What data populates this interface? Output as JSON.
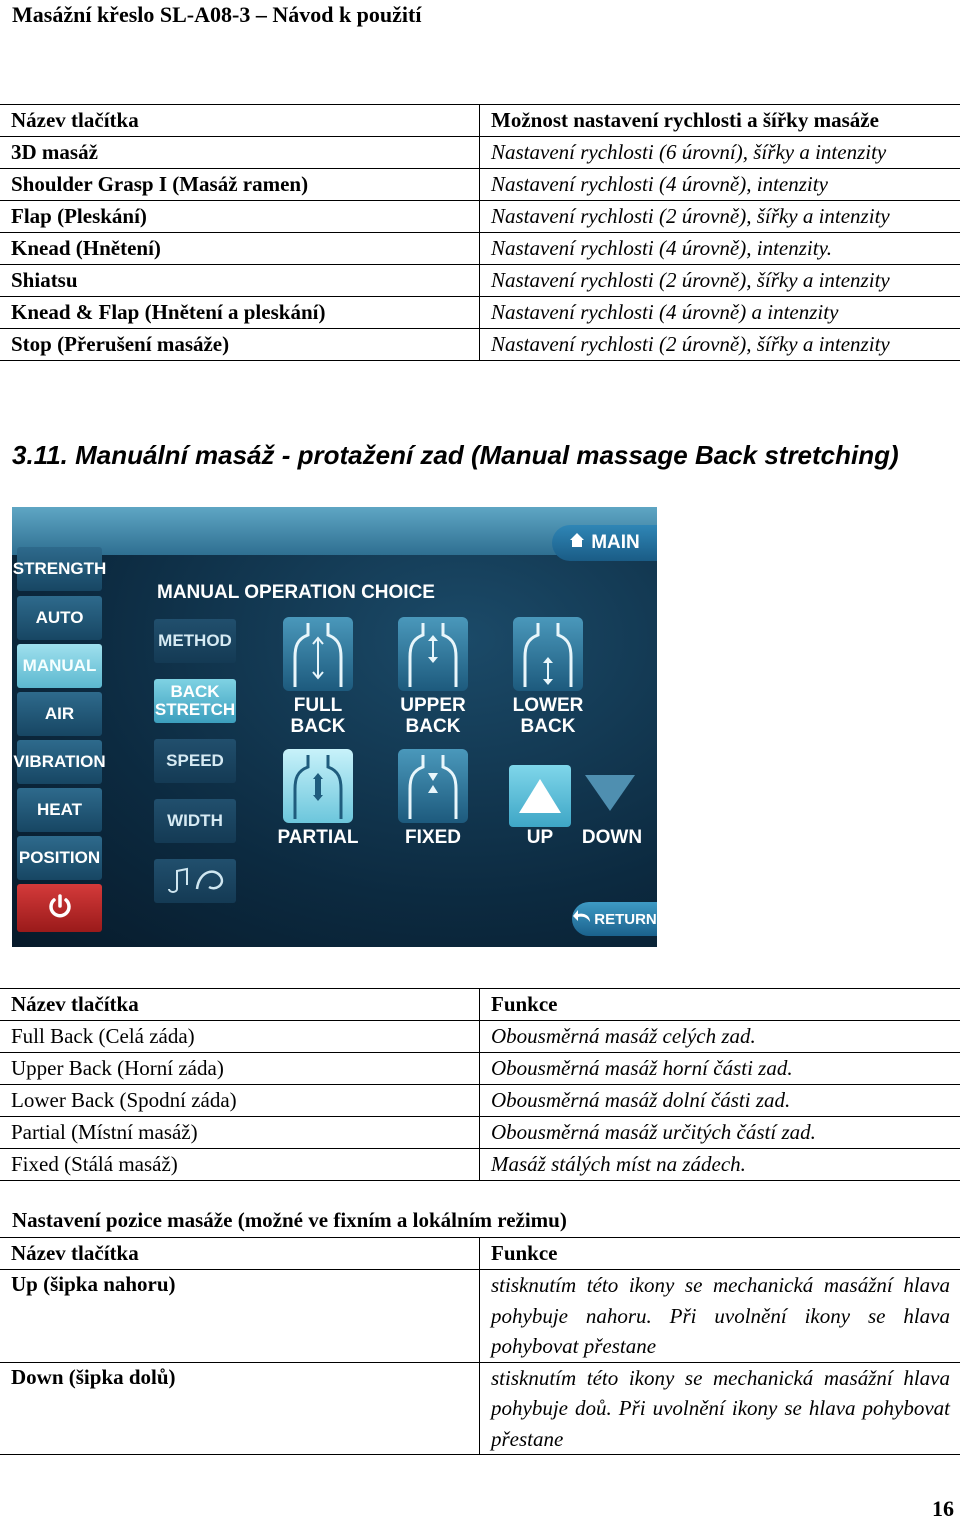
{
  "header": {
    "title": "Masážní křeslo SL-A08-3 – Návod k použití"
  },
  "table1": {
    "head": [
      "Název tlačítka",
      "Možnost nastavení rychlosti a šířky masáže"
    ],
    "rows": [
      [
        "3D masáž",
        "Nastavení rychlosti (6 úrovní), šířky a intenzity"
      ],
      [
        "Shoulder Grasp I (Masáž ramen)",
        "Nastavení rychlosti (4 úrovně), intenzity"
      ],
      [
        "Flap (Pleskání)",
        "Nastavení rychlosti (2 úrovně), šířky a intenzity"
      ],
      [
        "Knead (Hnětení)",
        "Nastavení rychlosti (4 úrovně), intenzity."
      ],
      [
        "Shiatsu",
        "Nastavení rychlosti (2 úrovně), šířky a intenzity"
      ],
      [
        "Knead & Flap (Hnětení a pleskání)",
        "Nastavení rychlosti (4 úrovně) a intenzity"
      ],
      [
        "Stop (Přerušení masáže)",
        "Nastavení rychlosti (2 úrovně), šířky a intenzity"
      ]
    ]
  },
  "section_title": "3.11. Manuální masáž - protažení zad (Manual massage Back stretching)",
  "screen": {
    "main": "MAIN",
    "side": [
      "STRENGTH",
      "AUTO",
      "MANUAL",
      "AIR",
      "VIBRATION",
      "HEAT",
      "POSITION"
    ],
    "heading": "MANUAL OPERATION CHOICE",
    "options": [
      "METHOD",
      "BACK STRETCH",
      "SPEED",
      "WIDTH"
    ],
    "icons": {
      "full": "FULL BACK",
      "upper": "UPPER BACK",
      "lower": "LOWER BACK",
      "partial": "PARTIAL",
      "fixed": "FIXED"
    },
    "up": "UP",
    "down": "DOWN",
    "return": "RETURN",
    "colors": {
      "active": "#7fd2e3",
      "power": "#c62e2e",
      "panel": "#0c2a40"
    }
  },
  "table2": {
    "head": [
      "Název tlačítka",
      "Funkce"
    ],
    "rows": [
      [
        "Full Back (Celá záda)",
        "Obousměrná masáž celých zad."
      ],
      [
        "Upper Back (Horní záda)",
        "Obousměrná masáž horní části zad."
      ],
      [
        "Lower Back (Spodní záda)",
        "Obousměrná masáž dolní části zad."
      ],
      [
        "Partial (Místní masáž)",
        "Obousměrná masáž určitých částí zad."
      ],
      [
        "Fixed (Stálá masáž)",
        "Masáž stálých míst na zádech."
      ]
    ]
  },
  "subhead": "Nastavení pozice masáže (možné ve fixním a lokálním režimu)",
  "table3": {
    "head": [
      "Název tlačítka",
      "Funkce"
    ],
    "rows": [
      [
        "Up (šipka nahoru)",
        "stisknutím této ikony se mechanická masážní hlava pohybuje nahoru. Při uvolnění ikony se hlava pohybovat přestane"
      ],
      [
        "Down (šipka dolů)",
        "stisknutím této ikony se mechanická masážní hlava pohybuje doů. Při uvolnění ikony se hlava pohybovat přestane"
      ]
    ]
  },
  "page_number": "16"
}
